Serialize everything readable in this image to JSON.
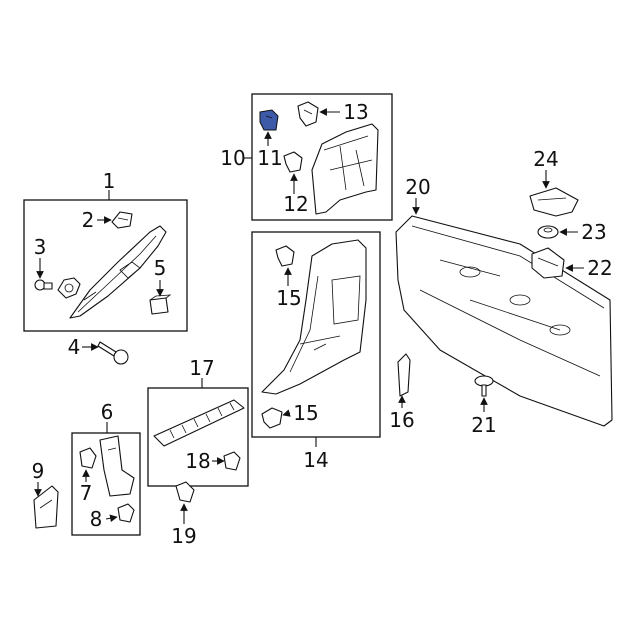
{
  "callouts": [
    "1",
    "2",
    "3",
    "4",
    "5",
    "6",
    "7",
    "8",
    "9",
    "10",
    "11",
    "12",
    "13",
    "14",
    "15",
    "15",
    "16",
    "17",
    "18",
    "19",
    "20",
    "21",
    "22",
    "23",
    "24"
  ],
  "highlight_color": "#3d5aa8",
  "highlighted_part": "11"
}
